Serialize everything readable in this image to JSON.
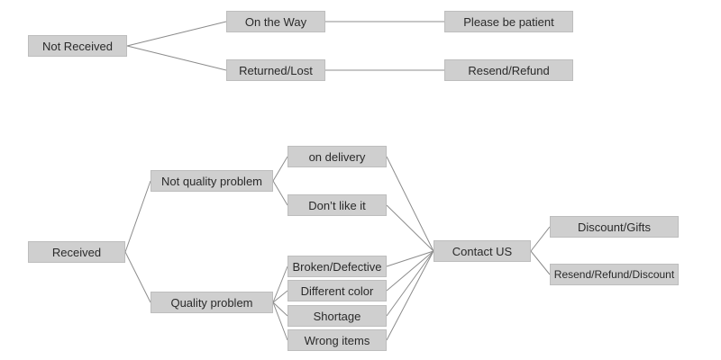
{
  "nodes": {
    "not_received": "Not Received",
    "on_the_way": "On the Way",
    "please_be_patient": "Please be patient",
    "returned_lost": "Returned/Lost",
    "resend_refund": "Resend/Refund",
    "received": "Received",
    "not_quality_problem": "Not quality problem",
    "quality_problem": "Quality problem",
    "on_delivery": "on delivery",
    "dont_like_it": "Don’t like it",
    "broken_defective": "Broken/Defective",
    "different_color": "Different color",
    "shortage": "Shortage",
    "wrong_items": "Wrong items",
    "contact_us": "Contact US",
    "discount_gifts": "Discount/Gifts",
    "resend_refund_discount": "Resend/Refund/Discount"
  },
  "colors": {
    "node_fill": "#cfcfcf",
    "node_border": "#bdbdbd",
    "connector": "#8c8c8c",
    "text": "#2a2a2a"
  }
}
